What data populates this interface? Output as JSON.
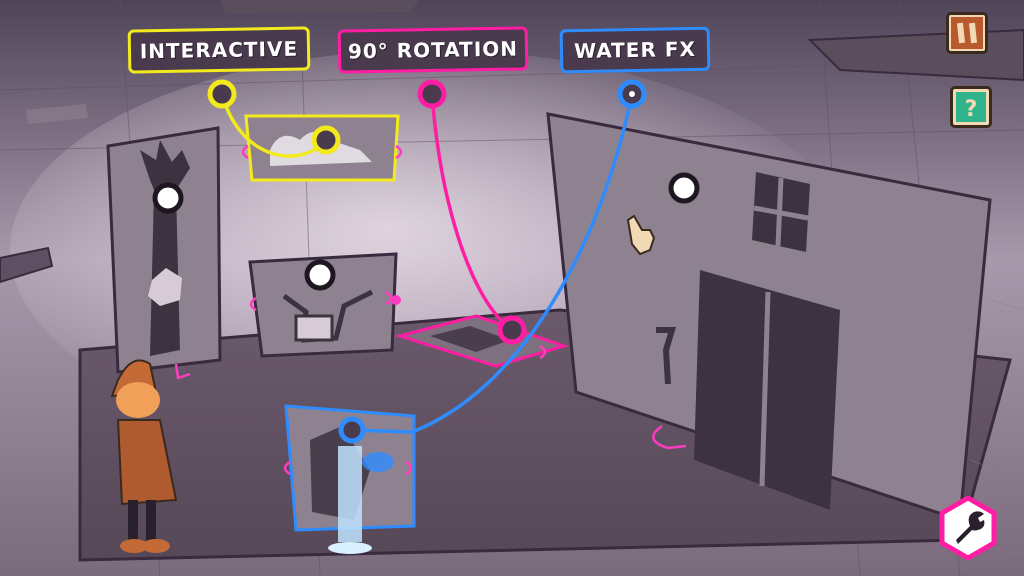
{
  "tags": [
    {
      "id": "interactive",
      "label": "INTERACTIVE",
      "color": "#f2ea1c"
    },
    {
      "id": "rotation",
      "label": "90° ROTATION",
      "color": "#ff1ea3"
    },
    {
      "id": "water",
      "label": "WATER FX",
      "color": "#2f8cff"
    }
  ],
  "buttons": {
    "pause": {
      "icon": "pause-icon",
      "color": "#f1d9b5"
    },
    "help": {
      "icon": "help-question-icon",
      "color": "#2fb38a"
    },
    "tool": {
      "icon": "wrench-icon",
      "color": "#ff1ea3"
    }
  },
  "colors": {
    "background": "#6f6270",
    "panel": "#8e8290",
    "outline": "#3a2a3e"
  }
}
